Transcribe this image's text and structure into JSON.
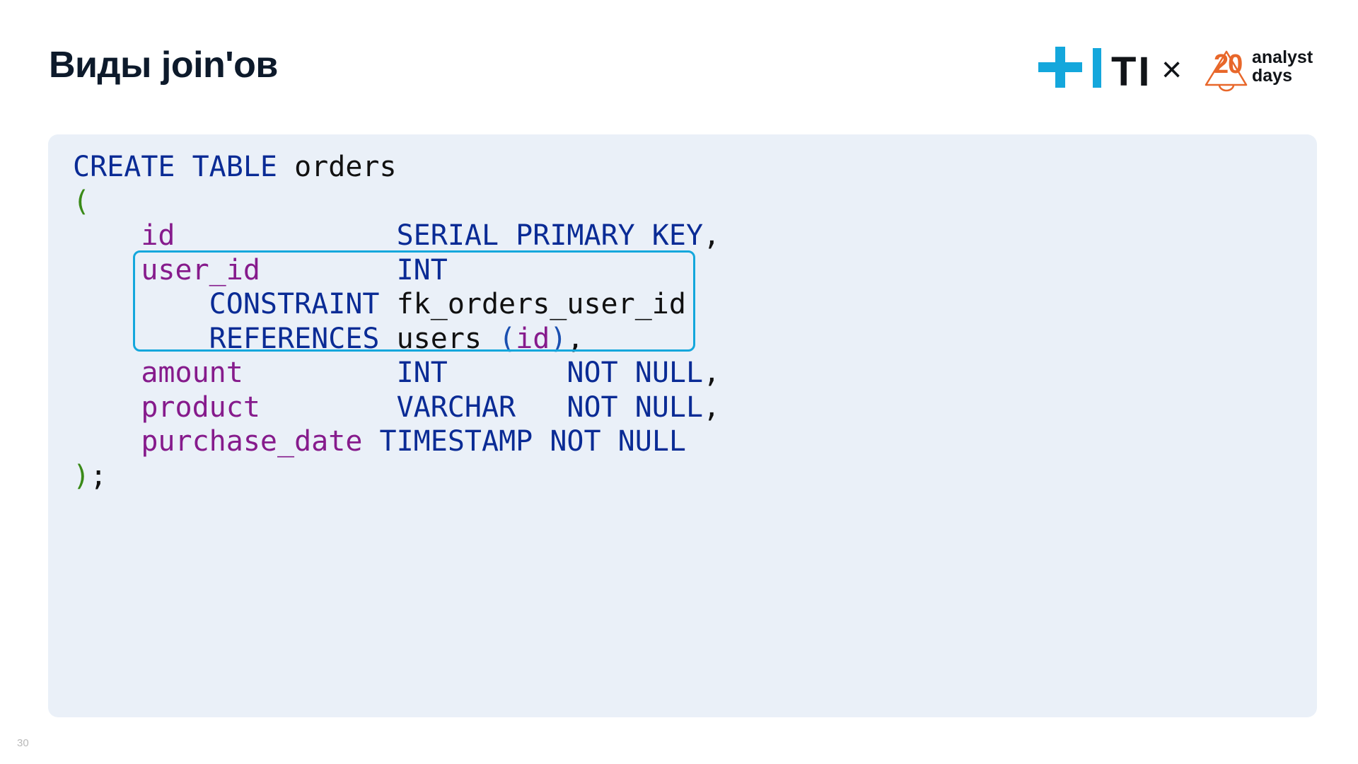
{
  "slide": {
    "title": "Виды join'ов",
    "page_number": "30"
  },
  "logo": {
    "ti_text": "TI",
    "times_sign": "×",
    "number": "20",
    "word1": "analyst",
    "word2": "days",
    "colors": {
      "plus_blue": "#14a7dc",
      "orange": "#e8672a",
      "dark": "#111418"
    }
  },
  "code": {
    "lines": [
      [
        {
          "text": "CREATE TABLE",
          "kind": "kw"
        },
        {
          "text": " orders",
          "kind": "plain"
        }
      ],
      [
        {
          "text": "(",
          "kind": "paren"
        }
      ],
      [
        {
          "text": "    ",
          "kind": "plain"
        },
        {
          "text": "id",
          "kind": "col"
        },
        {
          "text": "             ",
          "kind": "plain"
        },
        {
          "text": "SERIAL PRIMARY KEY",
          "kind": "kw"
        },
        {
          "text": ",",
          "kind": "plain"
        }
      ],
      [
        {
          "text": "    ",
          "kind": "plain"
        },
        {
          "text": "user_id",
          "kind": "col"
        },
        {
          "text": "        ",
          "kind": "plain"
        },
        {
          "text": "INT",
          "kind": "kw"
        }
      ],
      [
        {
          "text": "        ",
          "kind": "plain"
        },
        {
          "text": "CONSTRAINT",
          "kind": "kw"
        },
        {
          "text": " fk_orders_user_id",
          "kind": "plain"
        }
      ],
      [
        {
          "text": "        ",
          "kind": "plain"
        },
        {
          "text": "REFERENCES",
          "kind": "kw"
        },
        {
          "text": " users ",
          "kind": "plain"
        },
        {
          "text": "(",
          "kind": "fkparen"
        },
        {
          "text": "id",
          "kind": "col"
        },
        {
          "text": ")",
          "kind": "fkparen"
        },
        {
          "text": ",",
          "kind": "plain"
        }
      ],
      [
        {
          "text": "    ",
          "kind": "plain"
        },
        {
          "text": "amount",
          "kind": "col"
        },
        {
          "text": "         ",
          "kind": "plain"
        },
        {
          "text": "INT",
          "kind": "kw"
        },
        {
          "text": "       ",
          "kind": "plain"
        },
        {
          "text": "NOT NULL",
          "kind": "kw"
        },
        {
          "text": ",",
          "kind": "plain"
        }
      ],
      [
        {
          "text": "    ",
          "kind": "plain"
        },
        {
          "text": "product",
          "kind": "col"
        },
        {
          "text": "        ",
          "kind": "plain"
        },
        {
          "text": "VARCHAR",
          "kind": "kw"
        },
        {
          "text": "   ",
          "kind": "plain"
        },
        {
          "text": "NOT NULL",
          "kind": "kw"
        },
        {
          "text": ",",
          "kind": "plain"
        }
      ],
      [
        {
          "text": "    ",
          "kind": "plain"
        },
        {
          "text": "purchase_date",
          "kind": "col"
        },
        {
          "text": " ",
          "kind": "plain"
        },
        {
          "text": "TIMESTAMP",
          "kind": "kw"
        },
        {
          "text": " ",
          "kind": "plain"
        },
        {
          "text": "NOT NULL",
          "kind": "kw"
        }
      ],
      [
        {
          "text": ")",
          "kind": "paren"
        },
        {
          "text": ";",
          "kind": "plain"
        }
      ]
    ],
    "highlighted_lines": [
      3,
      4,
      5
    ],
    "colors": {
      "panel_bg": "#eaf0f8",
      "keyword": "#0a2b95",
      "column": "#861b8c",
      "paren": "#3a8a18",
      "highlight_border": "#14a7dc"
    }
  }
}
